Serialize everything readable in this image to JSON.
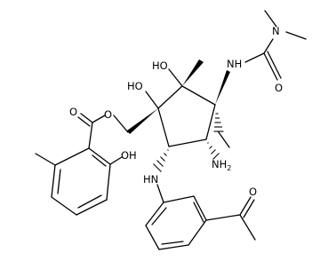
{
  "labels": {
    "ho_top": "HO",
    "ho_left": "HO",
    "nh_urea": "NH",
    "n_dimethyl": "N",
    "o_urea": "O",
    "o_ester_carbonyl": "O",
    "o_ester": "O",
    "oh_phenol": "OH",
    "nh2": "NH",
    "nh2_sub": "2",
    "hn_aniline": "HN",
    "o_ketone": "O"
  },
  "colors": {
    "bond": "#000000",
    "background": "#ffffff"
  }
}
